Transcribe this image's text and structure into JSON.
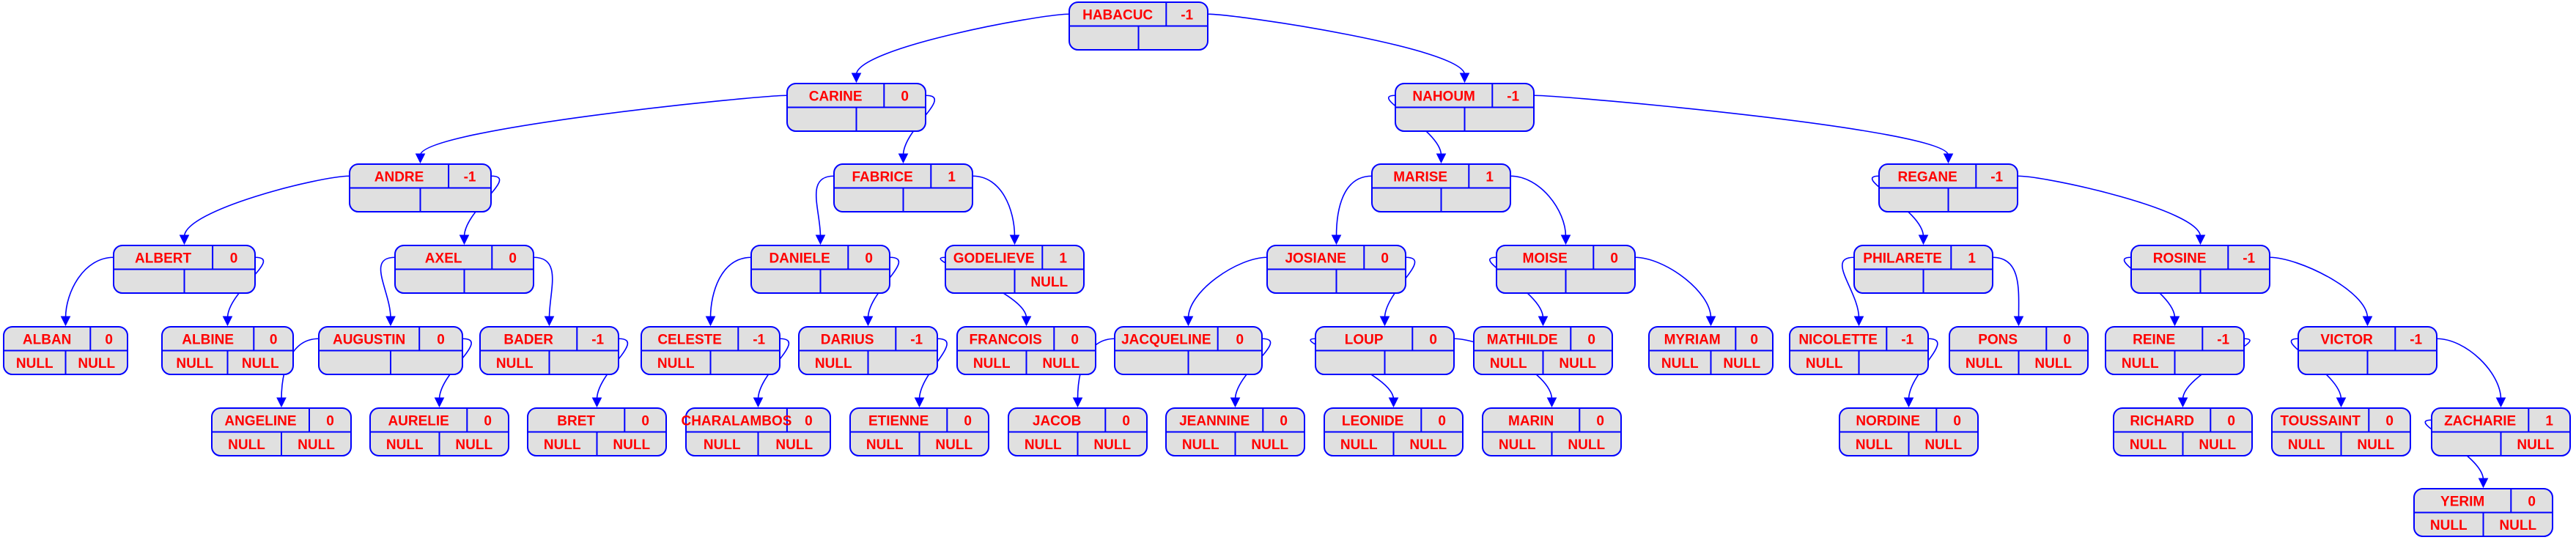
{
  "diagram": {
    "type": "avl-tree",
    "null_label": "NULL",
    "colors": {
      "edge": "#0000ff",
      "node_fill": "#e0e0e0",
      "text": "#ff0000"
    },
    "nodes": [
      {
        "id": "HABACUC",
        "key": "HABACUC",
        "balance": "-1",
        "left": "CARINE",
        "right": "NAHOUM"
      },
      {
        "id": "CARINE",
        "key": "CARINE",
        "balance": "0",
        "left": "ANDRE",
        "right": "FABRICE"
      },
      {
        "id": "NAHOUM",
        "key": "NAHOUM",
        "balance": "-1",
        "left": "MARISE",
        "right": "REGANE"
      },
      {
        "id": "ANDRE",
        "key": "ANDRE",
        "balance": "-1",
        "left": "ALBERT",
        "right": "AXEL"
      },
      {
        "id": "FABRICE",
        "key": "FABRICE",
        "balance": "1",
        "left": "DANIELE",
        "right": "GODELIEVE"
      },
      {
        "id": "MARISE",
        "key": "MARISE",
        "balance": "1",
        "left": "JOSIANE",
        "right": "MOISE"
      },
      {
        "id": "REGANE",
        "key": "REGANE",
        "balance": "-1",
        "left": "PHILARETE",
        "right": "ROSINE"
      },
      {
        "id": "ALBERT",
        "key": "ALBERT",
        "balance": "0",
        "left": "ALBAN",
        "right": "ALBINE"
      },
      {
        "id": "AXEL",
        "key": "AXEL",
        "balance": "0",
        "left": "AUGUSTIN",
        "right": "BADER"
      },
      {
        "id": "DANIELE",
        "key": "DANIELE",
        "balance": "0",
        "left": "CELESTE",
        "right": "DARIUS"
      },
      {
        "id": "GODELIEVE",
        "key": "GODELIEVE",
        "balance": "1",
        "left": "FRANCOIS",
        "right": null
      },
      {
        "id": "JOSIANE",
        "key": "JOSIANE",
        "balance": "0",
        "left": "JACQUELINE",
        "right": "LOUP"
      },
      {
        "id": "MOISE",
        "key": "MOISE",
        "balance": "0",
        "left": "MATHILDE",
        "right": "MYRIAM"
      },
      {
        "id": "PHILARETE",
        "key": "PHILARETE",
        "balance": "1",
        "left": "NICOLETTE",
        "right": "PONS"
      },
      {
        "id": "ROSINE",
        "key": "ROSINE",
        "balance": "-1",
        "left": "REINE",
        "right": "VICTOR"
      },
      {
        "id": "ALBAN",
        "key": "ALBAN",
        "balance": "0",
        "left": null,
        "right": null
      },
      {
        "id": "ALBINE",
        "key": "ALBINE",
        "balance": "0",
        "left": null,
        "right": null
      },
      {
        "id": "AUGUSTIN",
        "key": "AUGUSTIN",
        "balance": "0",
        "left": "ANGELINE",
        "right": "AURELIE"
      },
      {
        "id": "BADER",
        "key": "BADER",
        "balance": "-1",
        "left": null,
        "right": "BRET"
      },
      {
        "id": "CELESTE",
        "key": "CELESTE",
        "balance": "-1",
        "left": null,
        "right": "CHARALAMBOS"
      },
      {
        "id": "DARIUS",
        "key": "DARIUS",
        "balance": "-1",
        "left": null,
        "right": "ETIENNE"
      },
      {
        "id": "FRANCOIS",
        "key": "FRANCOIS",
        "balance": "0",
        "left": null,
        "right": null
      },
      {
        "id": "JACQUELINE",
        "key": "JACQUELINE",
        "balance": "0",
        "left": "JACOB",
        "right": "JEANNINE"
      },
      {
        "id": "LOUP",
        "key": "LOUP",
        "balance": "0",
        "left": "LEONIDE",
        "right": "MARIN"
      },
      {
        "id": "MATHILDE",
        "key": "MATHILDE",
        "balance": "0",
        "left": null,
        "right": null
      },
      {
        "id": "MYRIAM",
        "key": "MYRIAM",
        "balance": "0",
        "left": null,
        "right": null
      },
      {
        "id": "NICOLETTE",
        "key": "NICOLETTE",
        "balance": "-1",
        "left": null,
        "right": "NORDINE"
      },
      {
        "id": "PONS",
        "key": "PONS",
        "balance": "0",
        "left": null,
        "right": null
      },
      {
        "id": "REINE",
        "key": "REINE",
        "balance": "-1",
        "left": null,
        "right": "RICHARD"
      },
      {
        "id": "VICTOR",
        "key": "VICTOR",
        "balance": "-1",
        "left": "TOUSSAINT",
        "right": "ZACHARIE"
      },
      {
        "id": "ANGELINE",
        "key": "ANGELINE",
        "balance": "0",
        "left": null,
        "right": null
      },
      {
        "id": "AURELIE",
        "key": "AURELIE",
        "balance": "0",
        "left": null,
        "right": null
      },
      {
        "id": "BRET",
        "key": "BRET",
        "balance": "0",
        "left": null,
        "right": null
      },
      {
        "id": "CHARALAMBOS",
        "key": "CHARALAMBOS",
        "balance": "0",
        "left": null,
        "right": null
      },
      {
        "id": "ETIENNE",
        "key": "ETIENNE",
        "balance": "0",
        "left": null,
        "right": null
      },
      {
        "id": "JACOB",
        "key": "JACOB",
        "balance": "0",
        "left": null,
        "right": null
      },
      {
        "id": "JEANNINE",
        "key": "JEANNINE",
        "balance": "0",
        "left": null,
        "right": null
      },
      {
        "id": "LEONIDE",
        "key": "LEONIDE",
        "balance": "0",
        "left": null,
        "right": null
      },
      {
        "id": "MARIN",
        "key": "MARIN",
        "balance": "0",
        "left": null,
        "right": null
      },
      {
        "id": "NORDINE",
        "key": "NORDINE",
        "balance": "0",
        "left": null,
        "right": null
      },
      {
        "id": "RICHARD",
        "key": "RICHARD",
        "balance": "0",
        "left": null,
        "right": null
      },
      {
        "id": "TOUSSAINT",
        "key": "TOUSSAINT",
        "balance": "0",
        "left": null,
        "right": null
      },
      {
        "id": "ZACHARIE",
        "key": "ZACHARIE",
        "balance": "1",
        "left": "YERIM",
        "right": null
      },
      {
        "id": "YERIM",
        "key": "YERIM",
        "balance": "0",
        "left": null,
        "right": null
      }
    ]
  }
}
